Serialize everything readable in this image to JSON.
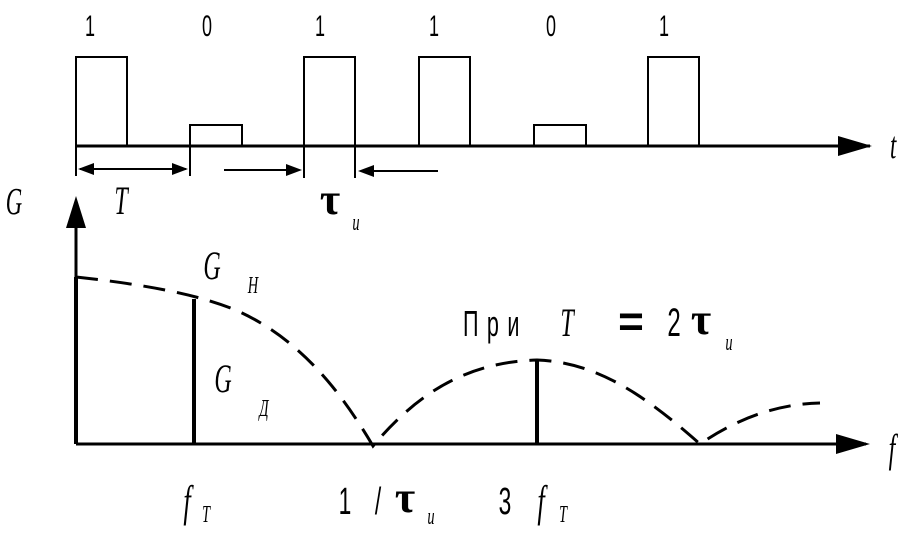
{
  "pulse_bits": [
    "1",
    "0",
    "1",
    "1",
    "0",
    "1"
  ],
  "labels": {
    "t_axis": "t",
    "f_axis": "f",
    "g_axis": "G",
    "period": "T",
    "tau_sym": "τ",
    "tau_sub": "и",
    "g_main": "G",
    "g_n_sub": "Н",
    "g_d_sub": "Д",
    "f_sym": "f",
    "f_t_sub": "T",
    "one": "1",
    "slash": "/",
    "three": "3",
    "condition_word": "При",
    "condition_T": "T",
    "condition_eq": "=",
    "condition_two": "2"
  }
}
